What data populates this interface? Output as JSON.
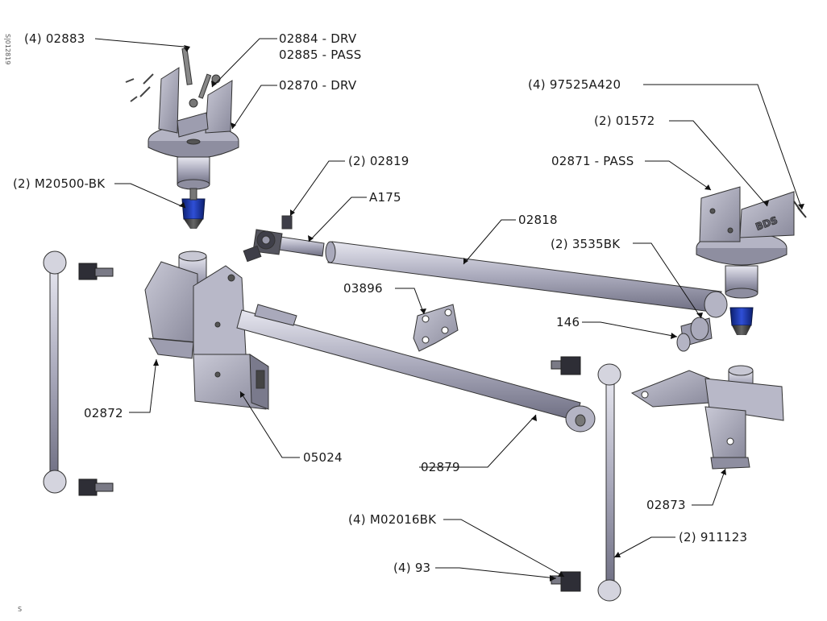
{
  "side_code": "S|012819",
  "page_mark": "S",
  "labels": {
    "l02883": "(4) 02883",
    "l02884": "02884 - DRV",
    "l02885": "02885 - PASS",
    "l02870": "02870 - DRV",
    "lM20500": "(2) M20500-BK",
    "l02819": "(2) 02819",
    "lA175": "A175",
    "l97525": "(4) 97525A420",
    "l01572": "(2) 01572",
    "l02871": "02871 - PASS",
    "l02818": "02818",
    "l3535": "(2) 3535BK",
    "l03896": "03896",
    "l146": "146",
    "l02872": "02872",
    "l05024": "05024",
    "l02879": "02879",
    "l02873": "02873",
    "lM02016": "(4) M02016BK",
    "l911123": "(2) 911123",
    "l93": "(4) 93"
  }
}
